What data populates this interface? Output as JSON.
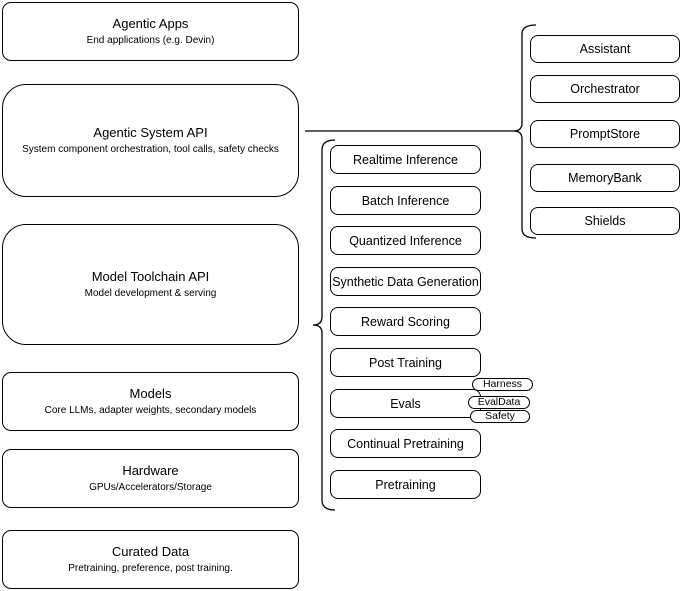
{
  "diagram": {
    "colors": {
      "stroke": "#000000",
      "fill": "#ffffff",
      "background": "#ffffff"
    },
    "left_stack": [
      {
        "title": "Agentic Apps",
        "subtitle": "End applications (e.g. Devin)"
      },
      {
        "title": "Agentic System API",
        "subtitle": "System component orchestration, tool calls, safety checks"
      },
      {
        "title": "Model Toolchain API",
        "subtitle": "Model development & serving"
      },
      {
        "title": "Models",
        "subtitle": "Core LLMs, adapter weights, secondary models"
      },
      {
        "title": "Hardware",
        "subtitle": "GPUs/Accelerators/Storage"
      },
      {
        "title": "Curated Data",
        "subtitle": "Pretraining, preference, post training."
      }
    ],
    "toolchain_stack": [
      "Realtime Inference",
      "Batch Inference",
      "Quantized Inference",
      "Synthetic Data Generation",
      "Reward Scoring",
      "Post Training",
      "Evals",
      "Continual Pretraining",
      "Pretraining"
    ],
    "evals_tags": [
      "Harness",
      "EvalData",
      "Safety"
    ],
    "system_stack": [
      "Assistant",
      "Orchestrator",
      "PromptStore",
      "MemoryBank",
      "Shields"
    ]
  }
}
